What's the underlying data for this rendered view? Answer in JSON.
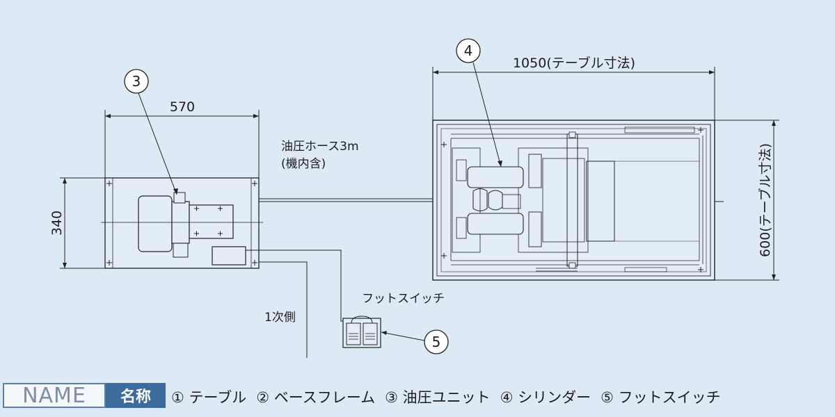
{
  "dimensions": {
    "unit_width": "570",
    "unit_height": "340",
    "table_width": "1050(テーブル寸法)",
    "table_depth": "600(テーブル寸法)"
  },
  "labels": {
    "hose_line1": "油圧ホース3m",
    "hose_line2": "(機内含)",
    "primary_side": "1次側",
    "foot_switch": "フットスイッチ"
  },
  "callouts": {
    "oil_unit": "3",
    "cylinder": "4",
    "foot_switch": "5"
  },
  "footer": {
    "name_en": "NAME",
    "name_jp": "名称",
    "parts": [
      "① テーブル",
      "② ベースフレーム",
      "③ 油圧ユニット",
      "④ シリンダー",
      "⑤ フットスイッチ"
    ]
  },
  "colors": {
    "background": "#dde9f5",
    "header_blue": "#3d6b9c",
    "line": "#222222"
  }
}
